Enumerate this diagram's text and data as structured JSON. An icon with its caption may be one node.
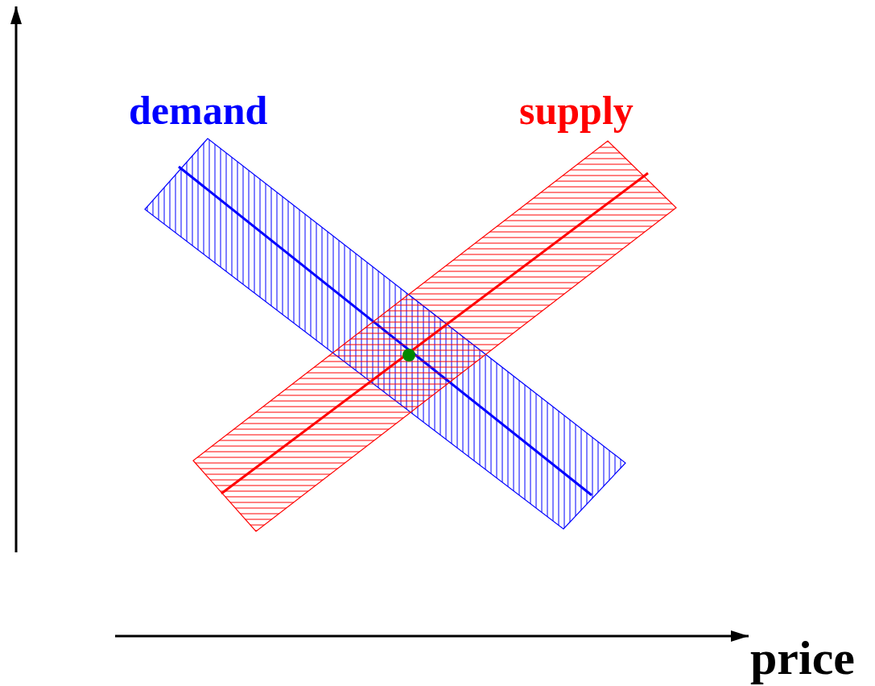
{
  "diagram": {
    "labels": [
      "demand",
      "supply",
      "price"
    ]
  }
}
